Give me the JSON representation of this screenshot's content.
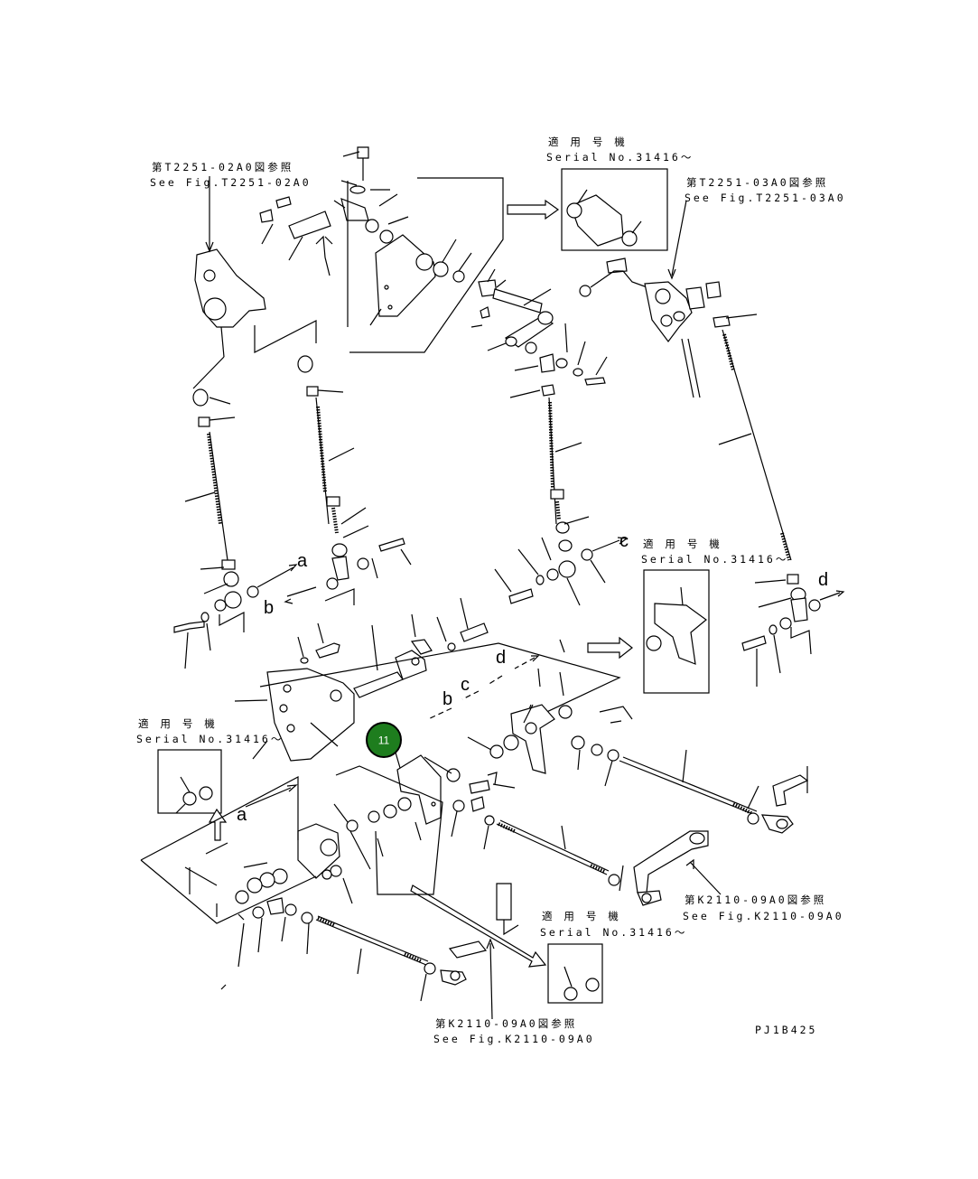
{
  "callouts": {
    "fig_t2251_02a0_jp": "第T2251-02A0図参照",
    "fig_t2251_02a0_en": "See Fig.T2251-02A0",
    "fig_t2251_03a0_jp": "第T2251-03A0図参照",
    "fig_t2251_03a0_en": "See Fig.T2251-03A0",
    "fig_k2110_09a0_right_jp": "第K2110-09A0図参照",
    "fig_k2110_09a0_right_en": "See Fig.K2110-09A0",
    "fig_k2110_09a0_bottom_jp": "第K2110-09A0図参照",
    "fig_k2110_09a0_bottom_en": "See Fig.K2110-09A0",
    "serial_top_jp": "適 用 号 機",
    "serial_top_en": "Serial No.31416～",
    "serial_right_jp": "適 用 号 機",
    "serial_right_en": "Serial No.31416～",
    "serial_left_jp": "適 用 号 機",
    "serial_left_en": "Serial No.31416～",
    "serial_bottom_jp": "適 用 号 機",
    "serial_bottom_en": "Serial No.31416～"
  },
  "connection_refs": {
    "a_upper": "a",
    "b_upper": "b",
    "c_upper": "c",
    "d_upper": "d",
    "a_lower": "a",
    "b_lower": "b",
    "c_lower": "c",
    "d_lower": "d"
  },
  "part_marker": {
    "number": "11",
    "color": "#1e7d1e"
  },
  "drawing_code": "PJ1B425"
}
